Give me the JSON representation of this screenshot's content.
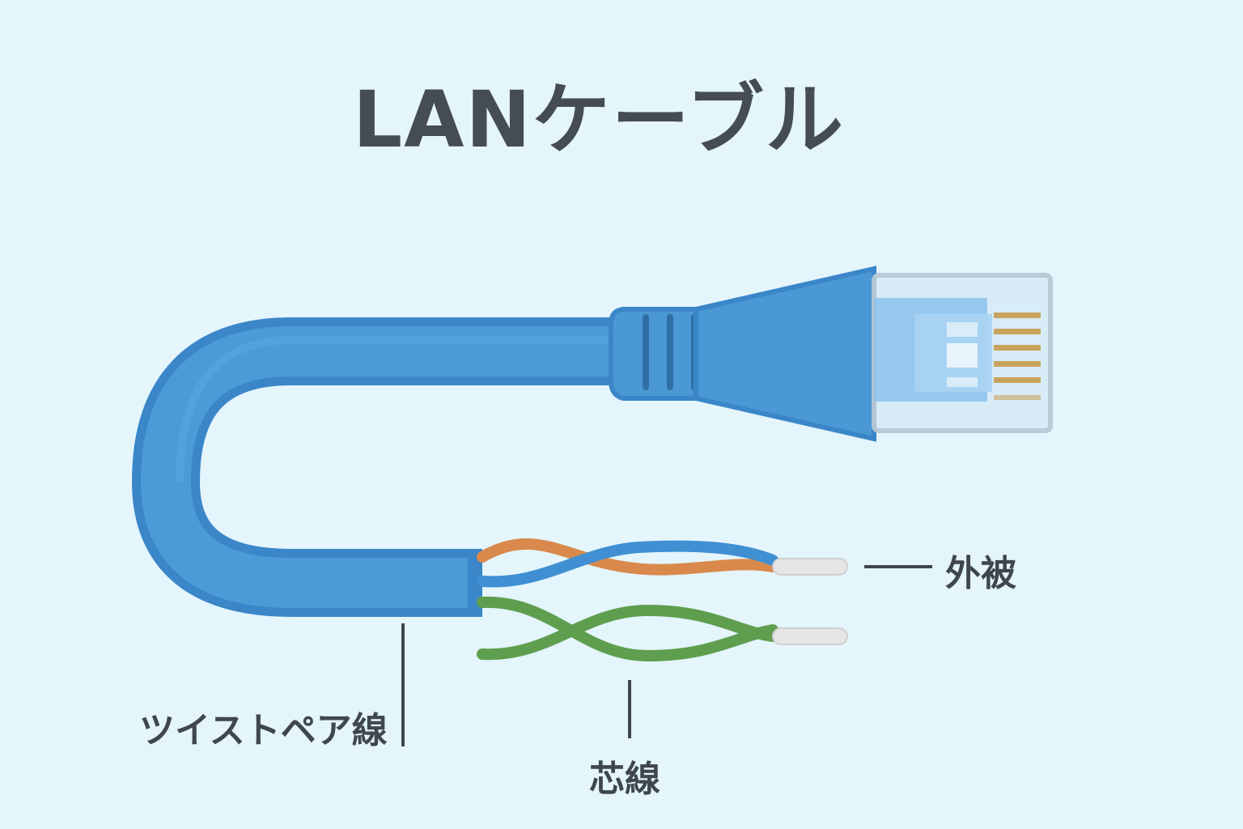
{
  "title": "LANケーブル",
  "labels": {
    "sheath": "外被",
    "twisted_pair": "ツイストペア線",
    "core": "芯線"
  },
  "colors": {
    "background": "#e4f5fc",
    "cable": "#4a98d4",
    "cable_dark": "#3a86c8",
    "wire_orange": "#d9894b",
    "wire_blue": "#3f8fd2",
    "wire_green": "#5f9e4f",
    "conductor": "#e6e6e6",
    "contacts": "#c9a45e",
    "text": "#3f474d"
  }
}
